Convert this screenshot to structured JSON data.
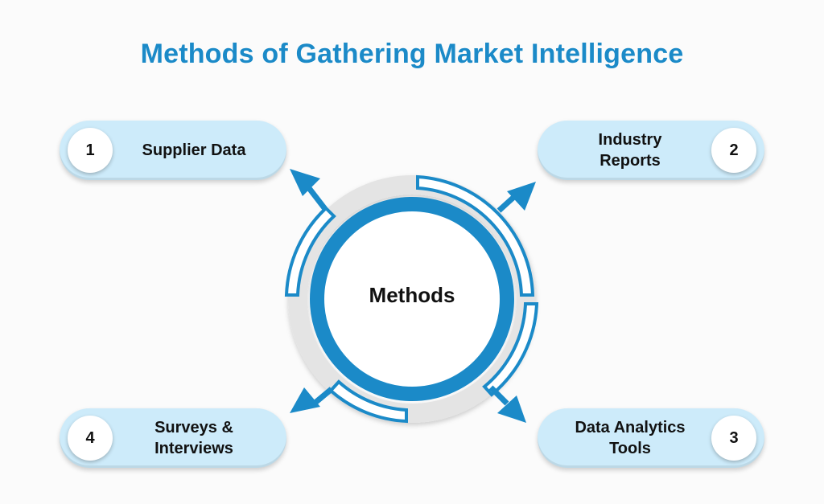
{
  "title": "Methods of Gathering Market Intelligence",
  "center": {
    "label": "Methods"
  },
  "methods": [
    {
      "number": "1",
      "line1": "Supplier Data",
      "line2": ""
    },
    {
      "number": "2",
      "line1": "Industry",
      "line2": "Reports"
    },
    {
      "number": "3",
      "line1": "Data Analytics",
      "line2": "Tools"
    },
    {
      "number": "4",
      "line1": "Surveys &",
      "line2": "Interviews"
    }
  ],
  "colors": {
    "accent": "#1b8ac8",
    "pill": "#cdebfa",
    "ring_outer": "#e4e4e4"
  }
}
